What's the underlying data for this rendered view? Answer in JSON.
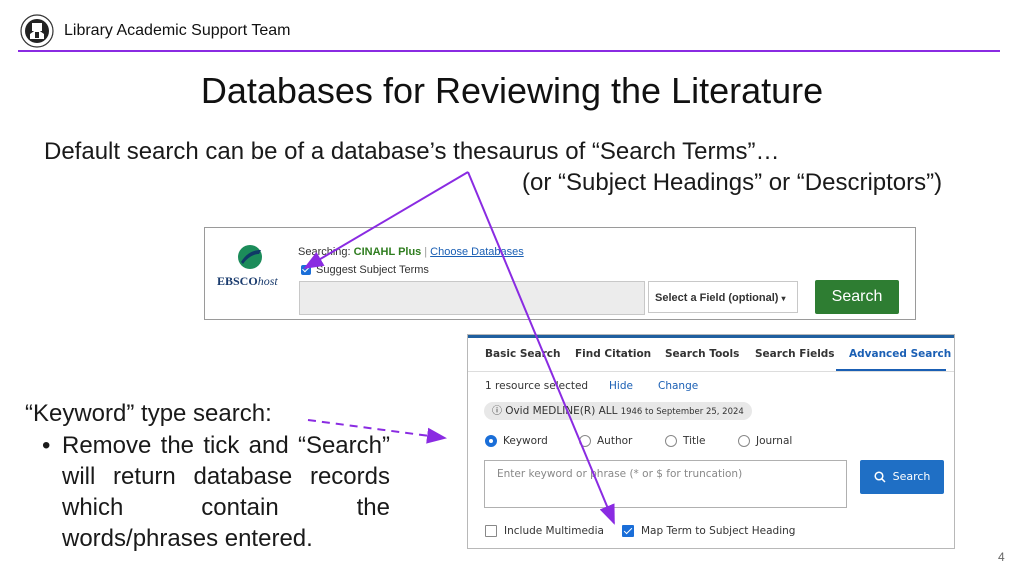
{
  "header": {
    "team": "Library Academic Support Team"
  },
  "title": "Databases for Reviewing the Literature",
  "intro": {
    "line1": "Default search can be of a database’s thesaurus of “Search Terms”…",
    "line2": "(or “Subject Headings” or “Descriptors”)"
  },
  "keyword": {
    "heading": "“Keyword” type search:",
    "bullet": "Remove the tick and “Search” will return database records which contain the words/phrases entered."
  },
  "page_number": "4",
  "ebsco": {
    "logo_brand": "EBSCO",
    "logo_suffix": "host",
    "searching_label": "Searching:",
    "database": "CINAHL Plus",
    "choose_link": "Choose Databases",
    "suggest_label": "Suggest Subject Terms",
    "suggest_checked": true,
    "search_input_value": "",
    "field_select": "Select a Field (optional)",
    "search_button": "Search",
    "accent_color": "#2e7d32"
  },
  "ovid": {
    "tabs": [
      {
        "label": "Basic Search",
        "active": false
      },
      {
        "label": "Find Citation",
        "active": false
      },
      {
        "label": "Search Tools",
        "active": false
      },
      {
        "label": "Search Fields",
        "active": false
      },
      {
        "label": "Advanced Search",
        "active": true
      }
    ],
    "resource_text": "1 resource selected",
    "hide_link": "Hide",
    "change_link": "Change",
    "resource_name": "Ovid MEDLINE(R) ALL",
    "resource_range": "1946 to September 25, 2024",
    "radios": [
      {
        "label": "Keyword",
        "checked": true
      },
      {
        "label": "Author",
        "checked": false
      },
      {
        "label": "Title",
        "checked": false
      },
      {
        "label": "Journal",
        "checked": false
      }
    ],
    "search_placeholder": "Enter keyword or phrase (* or $ for truncation)",
    "search_button": "Search",
    "include_multimedia": {
      "label": "Include Multimedia",
      "checked": false
    },
    "map_term": {
      "label": "Map Term to Subject Heading",
      "checked": true
    },
    "accent_color": "#1f6fc5"
  },
  "annotation_color": "#8a2be2"
}
